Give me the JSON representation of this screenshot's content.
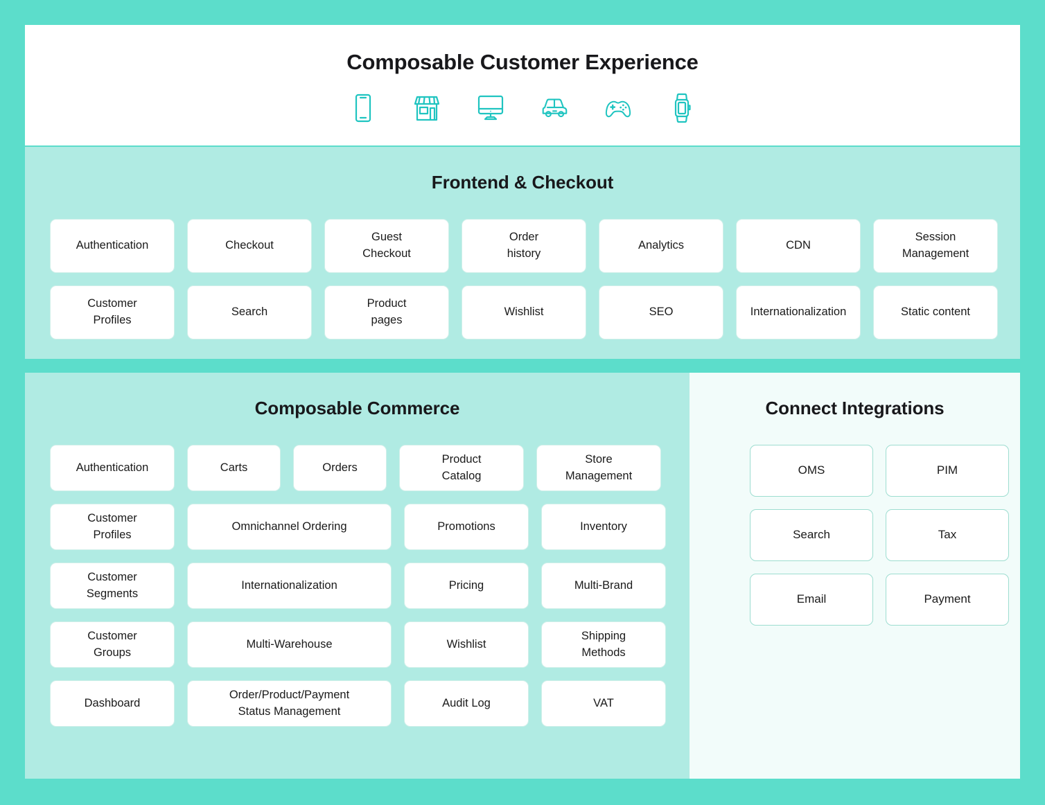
{
  "header": {
    "title": "Composable Customer Experience",
    "icons": [
      {
        "name": "mobile-phone-icon",
        "label": "Mobile"
      },
      {
        "name": "storefront-icon",
        "label": "Store"
      },
      {
        "name": "desktop-monitor-icon",
        "label": "Desktop"
      },
      {
        "name": "car-icon",
        "label": "Car"
      },
      {
        "name": "game-controller-icon",
        "label": "Game console"
      },
      {
        "name": "smartwatch-icon",
        "label": "Smartwatch"
      }
    ]
  },
  "frontend": {
    "heading": "Frontend & Checkout",
    "rows": [
      [
        {
          "label": "Authentication"
        },
        {
          "label": "Checkout"
        },
        {
          "label": "Guest\nCheckout"
        },
        {
          "label": "Order\nhistory"
        },
        {
          "label": "Analytics"
        },
        {
          "label": "CDN"
        },
        {
          "label": "Session\nManagement"
        }
      ],
      [
        {
          "label": "Customer\nProfiles"
        },
        {
          "label": "Search"
        },
        {
          "label": "Product\npages"
        },
        {
          "label": "Wishlist"
        },
        {
          "label": "SEO"
        },
        {
          "label": "Internationalization"
        },
        {
          "label": "Static content"
        }
      ]
    ]
  },
  "commerce": {
    "heading": "Composable Commerce",
    "rows": [
      [
        {
          "label": "Authentication",
          "size": "cm-md"
        },
        {
          "label": "Carts",
          "size": "cm-sm"
        },
        {
          "label": "Orders",
          "size": "cm-sm"
        },
        {
          "label": "Product\nCatalog",
          "size": "cm-md"
        },
        {
          "label": "Store\nManagement",
          "size": "cm-md"
        }
      ],
      [
        {
          "label": "Customer\nProfiles",
          "size": "cm-md"
        },
        {
          "label": "Omnichannel Ordering",
          "size": "cm-wide"
        },
        {
          "label": "Promotions",
          "size": "cm-md"
        },
        {
          "label": "Inventory",
          "size": "cm-md"
        }
      ],
      [
        {
          "label": "Customer\nSegments",
          "size": "cm-md"
        },
        {
          "label": "Internationalization",
          "size": "cm-wide"
        },
        {
          "label": "Pricing",
          "size": "cm-md"
        },
        {
          "label": "Multi-Brand",
          "size": "cm-md"
        }
      ],
      [
        {
          "label": "Customer\nGroups",
          "size": "cm-md"
        },
        {
          "label": "Multi-Warehouse",
          "size": "cm-wide"
        },
        {
          "label": "Wishlist",
          "size": "cm-md"
        },
        {
          "label": "Shipping\nMethods",
          "size": "cm-md"
        }
      ],
      [
        {
          "label": "Dashboard",
          "size": "cm-md"
        },
        {
          "label": "Order/Product/Payment\nStatus Management",
          "size": "cm-wide"
        },
        {
          "label": "Audit Log",
          "size": "cm-md"
        },
        {
          "label": "VAT",
          "size": "cm-md"
        }
      ]
    ]
  },
  "integrations": {
    "heading": "Connect Integrations",
    "rows": [
      [
        {
          "label": "OMS"
        },
        {
          "label": "PIM"
        }
      ],
      [
        {
          "label": "Search"
        },
        {
          "label": "Tax"
        }
      ],
      [
        {
          "label": "Email"
        },
        {
          "label": "Payment"
        }
      ]
    ]
  },
  "colors": {
    "background_teal": "#5CDDCB",
    "panel_mint": "#B0EBE3",
    "panel_pale_mint": "#F2FCFA",
    "card_white": "#FFFFFF",
    "card_border": "#CFEFE9",
    "integration_card_border": "#9DDDD0",
    "icon_teal": "#1FC4C0",
    "text_dark": "#18181B"
  }
}
